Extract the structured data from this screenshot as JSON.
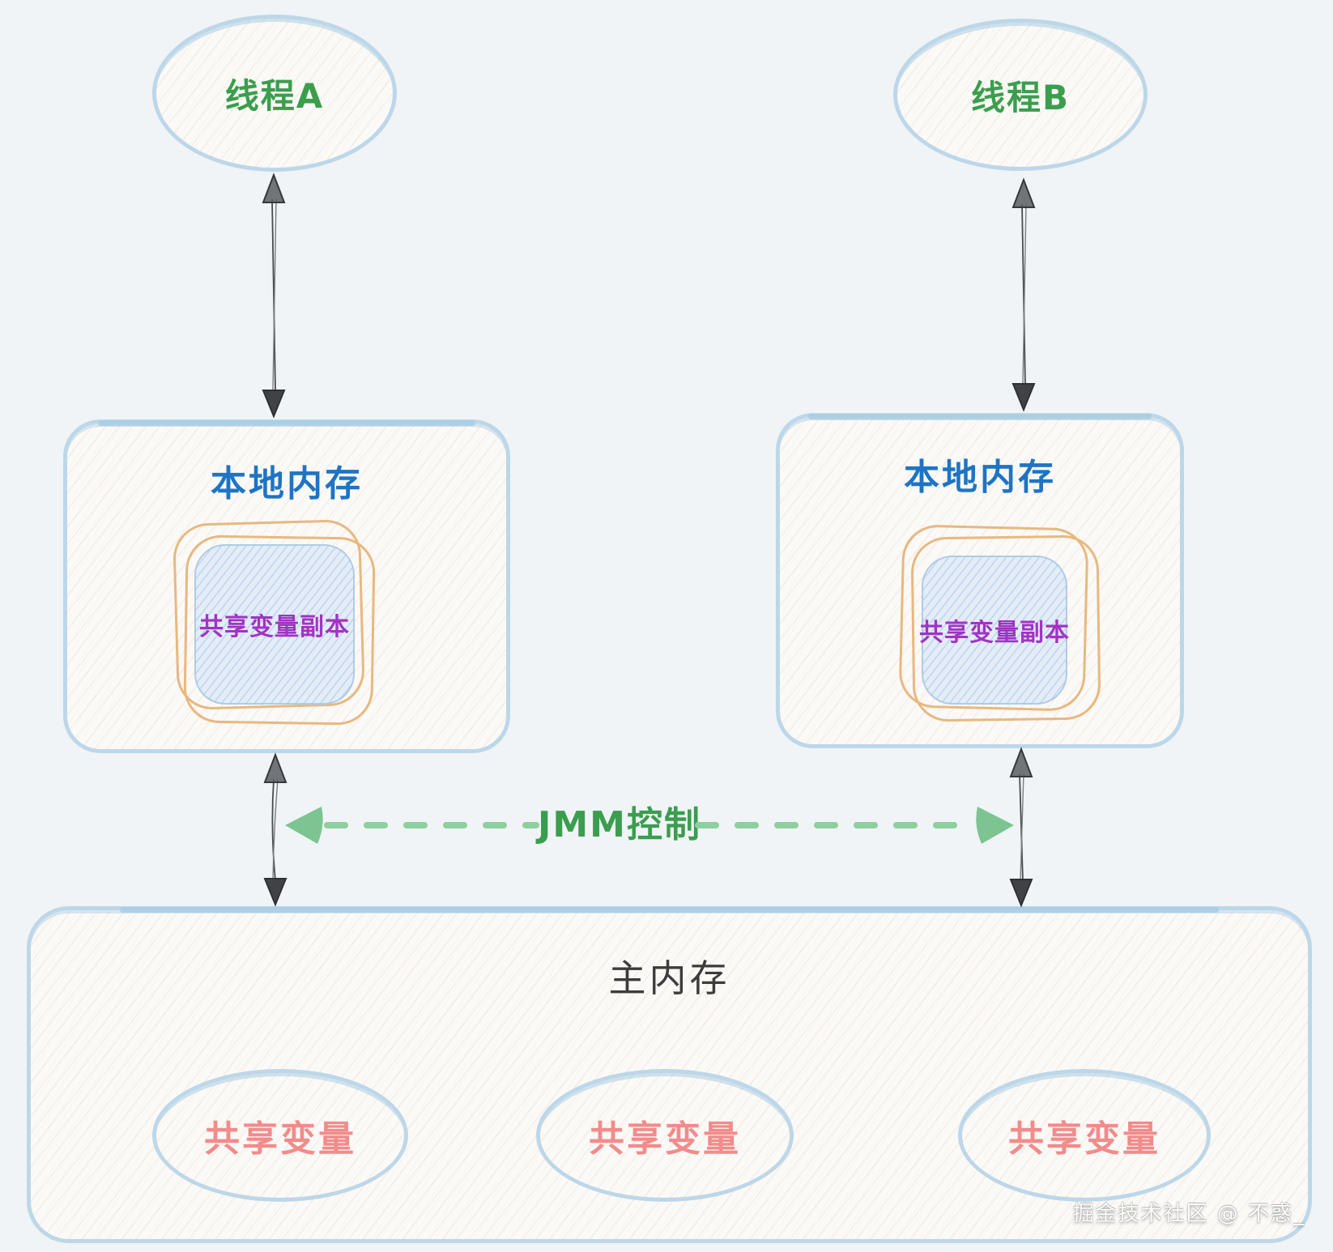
{
  "watermark": "掘金技术社区 @ 不惑_",
  "threads": {
    "a": "线程A",
    "b": "线程B"
  },
  "local_memory": {
    "a_title": "本地内存",
    "b_title": "本地内存",
    "a_copy": "共享变量副本",
    "b_copy": "共享变量副本"
  },
  "jmm": {
    "label": "JMM控制"
  },
  "main_memory": {
    "title": "主内存",
    "shared_variables": [
      "共享变量",
      "共享变量",
      "共享变量"
    ]
  },
  "colors": {
    "background": "#f0f4f7",
    "node_fill": "#fbfaf7",
    "node_stroke": "#bdd7e9",
    "thread_text": "#3a9e4c",
    "local_title_text": "#1e74c4",
    "copy_text": "#a233c4",
    "shared_var_text": "#f28b8b",
    "main_title_text": "#3c3c3c",
    "jmm_green": "#3b9d4e",
    "jmm_dash": "#8ecf9e",
    "jmm_head": "#7cc492",
    "copy_box_stroke": "#e8b87f",
    "copy_box_fill": "#e3edf8",
    "arrow_color": "#4a4b4e"
  }
}
